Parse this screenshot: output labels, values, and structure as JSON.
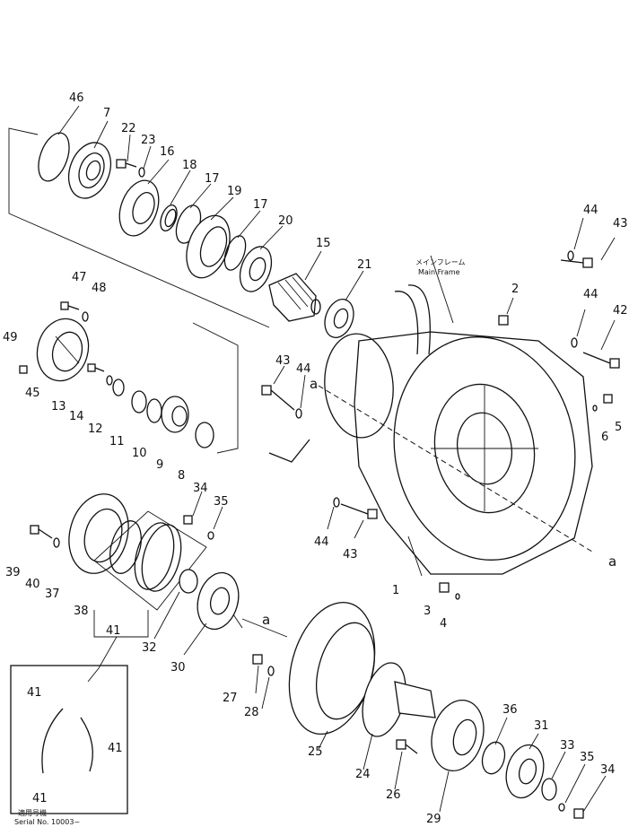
{
  "labels": {
    "l46": "46",
    "l7": "7",
    "l22": "22",
    "l23": "23",
    "l16": "16",
    "l18": "18",
    "l17a": "17",
    "l19": "19",
    "l17b": "17",
    "l20": "20",
    "l15": "15",
    "l21": "21",
    "l47": "47",
    "l48": "48",
    "l49": "49",
    "l45": "45",
    "l13": "13",
    "l14": "14",
    "l12": "12",
    "l11": "11",
    "l10": "10",
    "l9": "9",
    "l8": "8",
    "l2": "2",
    "l44a": "44",
    "l43a": "43",
    "l44b": "44",
    "l42": "42",
    "l5": "5",
    "l6": "6",
    "l43b": "43",
    "l44c": "44",
    "la1": "a",
    "l44d": "44",
    "l43c": "43",
    "la2": "a",
    "l1": "1",
    "l3": "3",
    "l4": "4",
    "l34a": "34",
    "l35a": "35",
    "l39": "39",
    "l40": "40",
    "l37": "37",
    "l38": "38",
    "l41a": "41",
    "l32": "32",
    "l30": "30",
    "la3": "a",
    "l27": "27",
    "l28": "28",
    "l25": "25",
    "l24": "24",
    "l26": "26",
    "l29": "29",
    "l36": "36",
    "l31": "31",
    "l33": "33",
    "l35b": "35",
    "l34b": "34",
    "l41b": "41",
    "l41c": "41",
    "l41d": "41"
  },
  "notes": {
    "main_frame_jp": "メインフレーム",
    "main_frame_en": "Main Frame",
    "serial_jp": "適用号機",
    "serial_en": "Serial No. 10003~"
  }
}
